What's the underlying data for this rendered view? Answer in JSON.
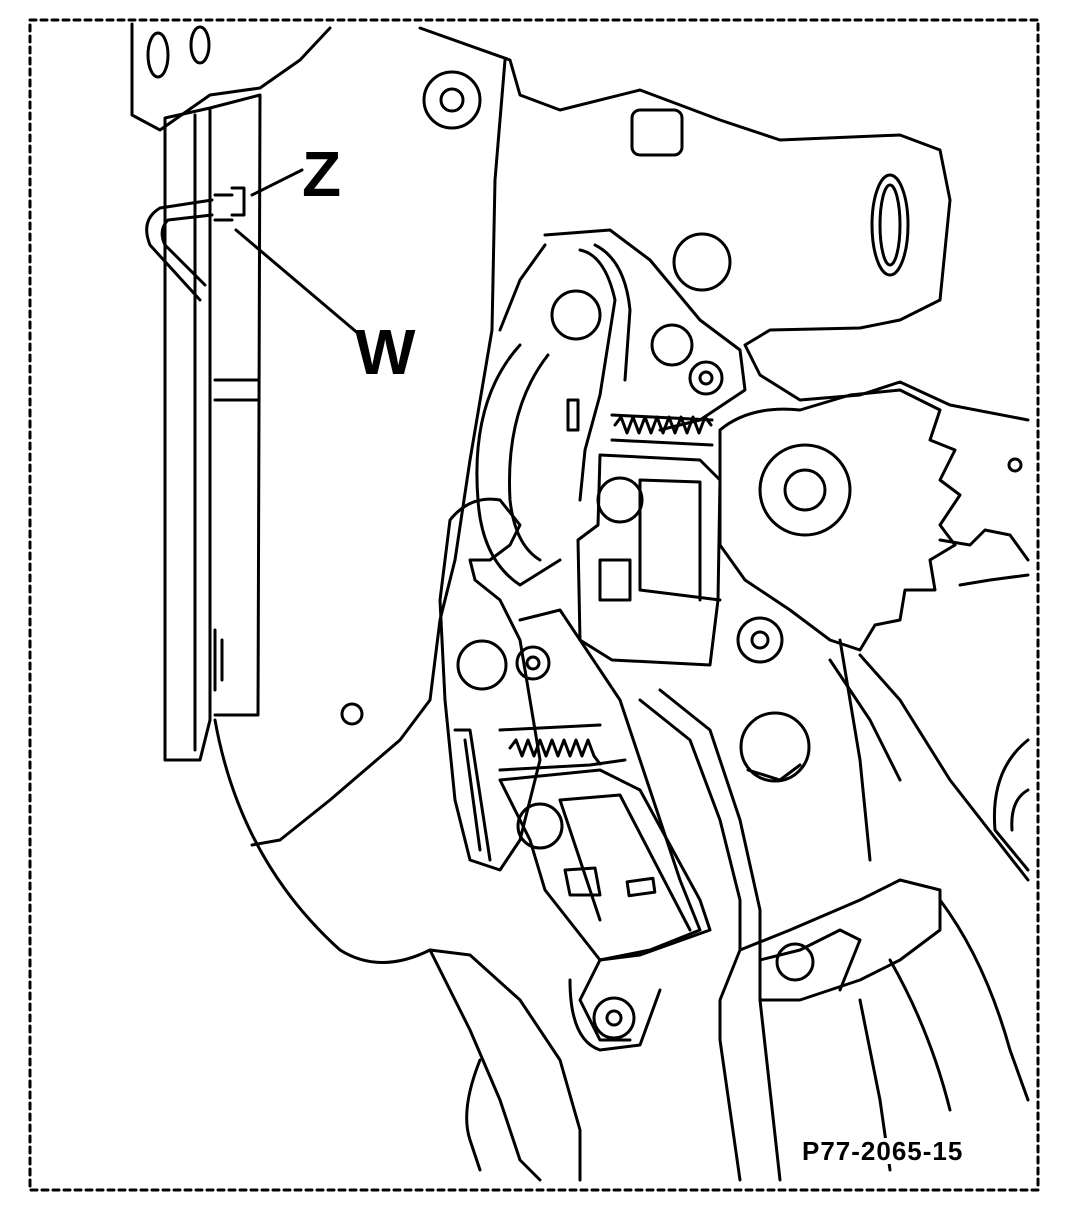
{
  "diagram": {
    "labels": {
      "z": "Z",
      "w": "W"
    },
    "figure_code": "P77-2065-15",
    "colors": {
      "line": "#000000",
      "background": "#ffffff"
    }
  }
}
